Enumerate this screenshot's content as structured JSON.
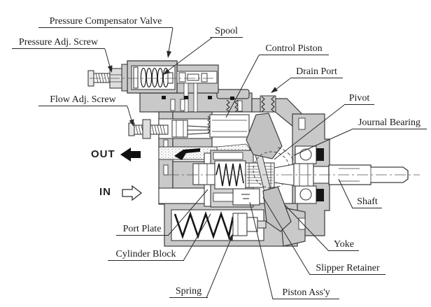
{
  "diagram": {
    "labels": {
      "pressure_compensator_valve": "Pressure Compensator Valve",
      "spool": "Spool",
      "pressure_adj_screw": "Pressure Adj. Screw",
      "control_piston": "Control Piston",
      "drain_port": "Drain Port",
      "flow_adj_screw": "Flow Adj. Screw",
      "pivot": "Pivot",
      "journal_bearing": "Journal Bearing",
      "out": "OUT",
      "in": "IN",
      "shaft": "Shaft",
      "port_plate": "Port Plate",
      "cylinder_block": "Cylinder Block",
      "yoke": "Yoke",
      "slipper_retainer": "Slipper Retainer",
      "spring": "Spring",
      "piston_assy": "Piston Ass'y"
    },
    "colors": {
      "background": "#ffffff",
      "housing_gray": "#c9c9c9",
      "part_outline": "#3c3c3c",
      "label_text": "#1a1a1a",
      "flow_arrow_black": "#111111"
    }
  }
}
